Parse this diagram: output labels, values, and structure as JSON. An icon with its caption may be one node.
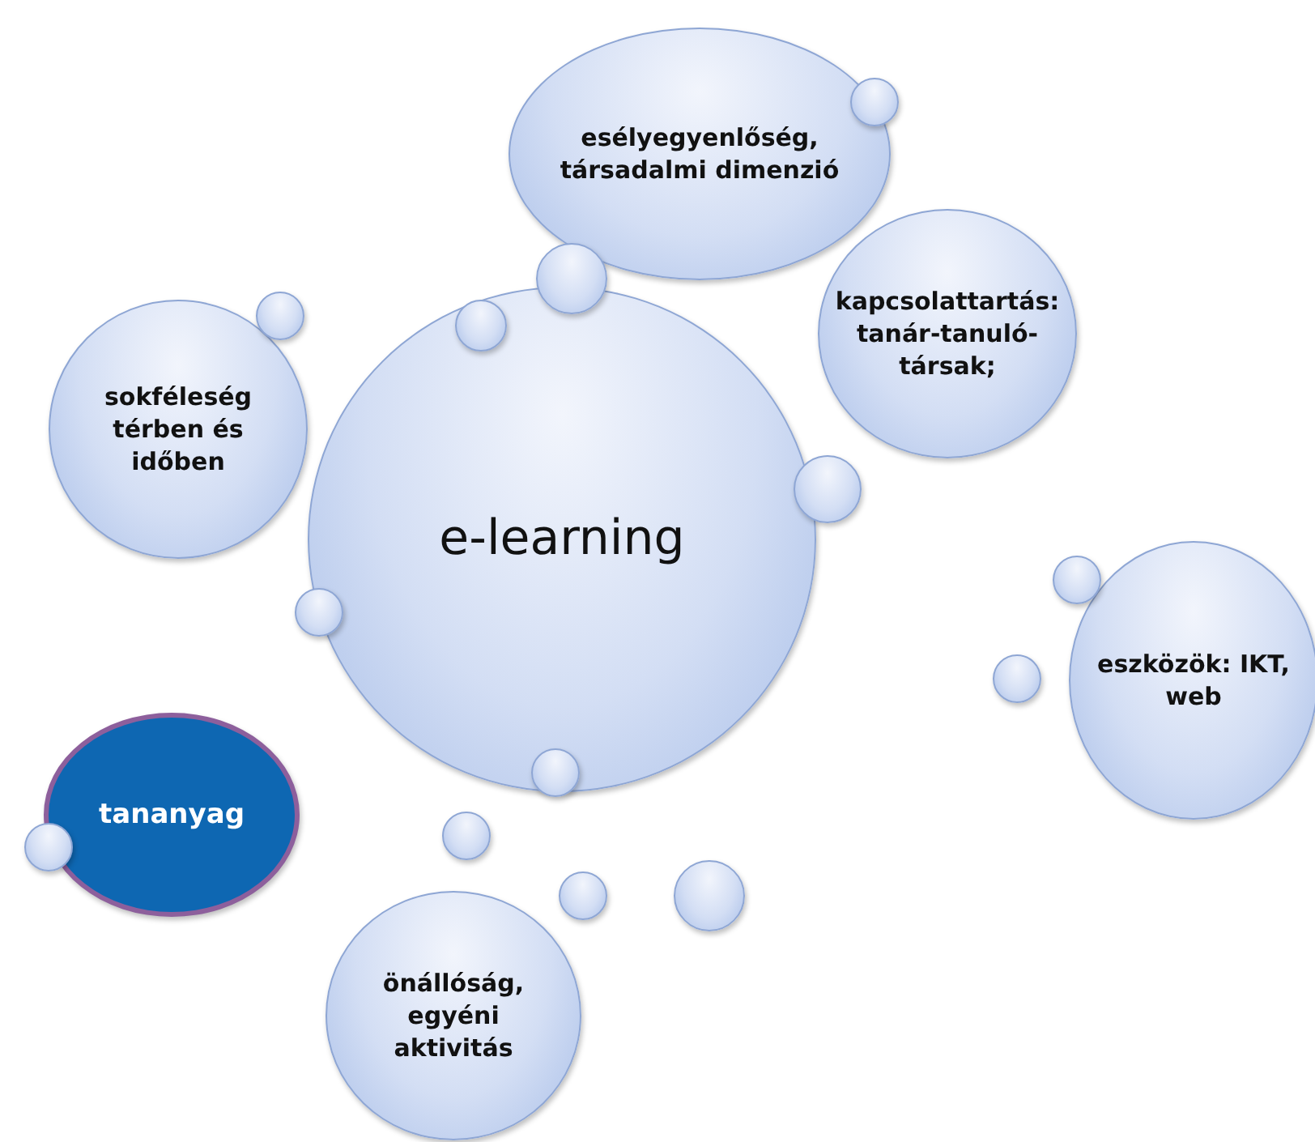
{
  "diagram": {
    "nodes": [
      {
        "text": [
          "esélyegyenlőség, társadalmi dimenzió"
        ]
      },
      {
        "text": [],
        "shape": "circle"
      },
      {
        "text": [
          "kapcsolattartás: tanár-tanuló-társak;"
        ]
      },
      {
        "text": [],
        "shape": "circle"
      },
      {
        "text": [
          "e-learning"
        ]
      },
      {
        "text": [],
        "shape": "circle"
      },
      {
        "text": [
          "sokféleség térben és időben"
        ]
      },
      {
        "text": [],
        "shape": "circle",
        "in": 4
      },
      {
        "text": [],
        "shape": "circle"
      },
      {
        "text": [
          "eszközök: IKT, web"
        ]
      },
      {
        "text": [],
        "shape": "circle"
      },
      {
        "text": [],
        "shape": "circle"
      },
      {
        "text": [],
        "shape": "circle"
      },
      {
        "text": [
          "tananyag"
        ]
      },
      {
        "text": [],
        "shape": "circle"
      },
      {
        "text": [],
        "shape": "circle"
      },
      {
        "text": [],
        "shape": "circle"
      },
      {
        "text": [],
        "shape": "circle"
      },
      {
        "text": [],
        "shape": "circle"
      },
      {
        "text": [
          "önállóság, egyéni aktivitás"
        ]
      }
    ]
  }
}
